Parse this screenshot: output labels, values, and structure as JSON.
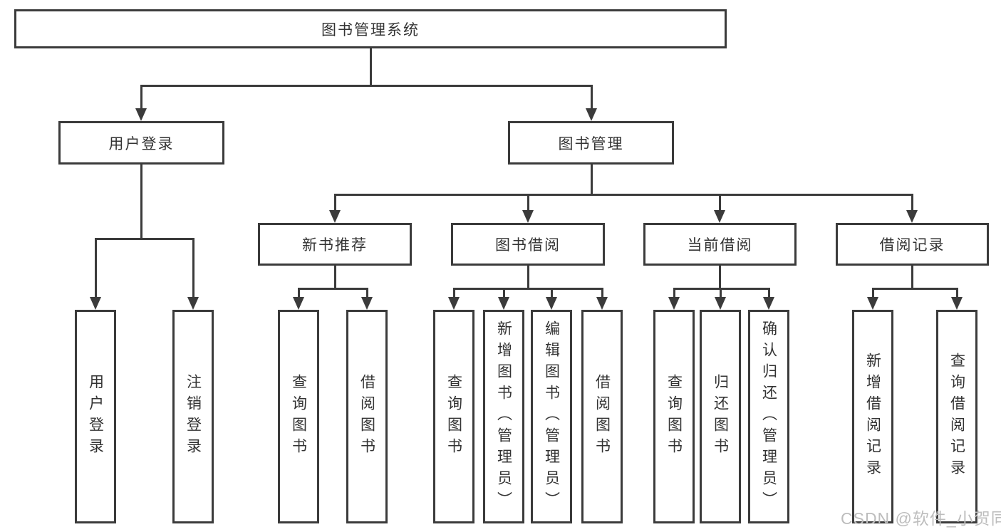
{
  "tree": {
    "root": {
      "label": "图书管理系统"
    },
    "branches": [
      {
        "label": "用户登录",
        "children": [
          {
            "label": "用户登录"
          },
          {
            "label": "注销登录"
          }
        ]
      },
      {
        "label": "图书管理",
        "groups": [
          {
            "label": "新书推荐",
            "children": [
              {
                "label": "查询图书"
              },
              {
                "label": "借阅图书"
              }
            ]
          },
          {
            "label": "图书借阅",
            "children": [
              {
                "label": "查询图书"
              },
              {
                "label": "新增图书（管理员）"
              },
              {
                "label": "编辑图书（管理员）"
              },
              {
                "label": "借阅图书"
              }
            ]
          },
          {
            "label": "当前借阅",
            "children": [
              {
                "label": "查询图书"
              },
              {
                "label": "归还图书"
              },
              {
                "label": "确认归还（管理员）"
              }
            ]
          },
          {
            "label": "借阅记录",
            "children": [
              {
                "label": "新增借阅记录"
              },
              {
                "label": "查询借阅记录"
              }
            ]
          }
        ]
      }
    ]
  },
  "watermark": {
    "text": "CSDN @软件_小贺同学"
  },
  "colors": {
    "line": "#3b3b3b",
    "text": "#333333",
    "watermark": "#bdbdbd",
    "background": "#ffffff"
  }
}
